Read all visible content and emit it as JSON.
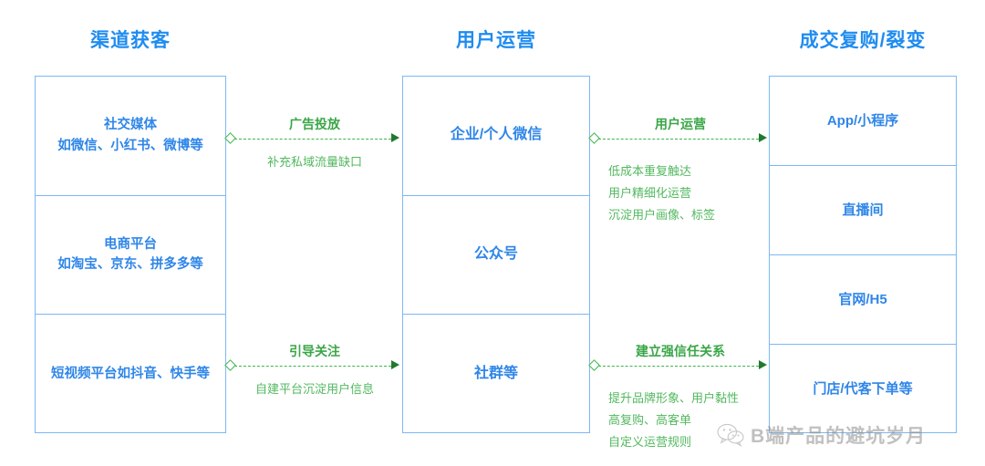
{
  "columns": [
    {
      "header": "渠道获客",
      "cells": [
        {
          "line1": "社交媒体",
          "line2": "如微信、小红书、微博等"
        },
        {
          "line1": "电商平台",
          "line2": "如淘宝、京东、拼多多等"
        },
        {
          "line1": "短视频平台如抖音、快手等",
          "line2": ""
        }
      ]
    },
    {
      "header": "用户运营",
      "cells": [
        {
          "line1": "企业/个人微信",
          "line2": ""
        },
        {
          "line1": "公众号",
          "line2": ""
        },
        {
          "line1": "社群等",
          "line2": ""
        }
      ]
    },
    {
      "header": "成交复购/裂变",
      "cells": [
        {
          "line1": "App/小程序",
          "line2": ""
        },
        {
          "line1": "直播间",
          "line2": ""
        },
        {
          "line1": "官网/H5",
          "line2": ""
        },
        {
          "line1": "门店/代客下单等",
          "line2": ""
        }
      ]
    }
  ],
  "connectors": [
    {
      "title": "广告投放",
      "sub": "补充私域流量缺口"
    },
    {
      "title": "引导关注",
      "sub": "自建平台沉淀用户信息"
    },
    {
      "title": "用户运营",
      "sub": "低成本重复触达\n用户精细化运营\n沉淀用户画像、标签"
    },
    {
      "title": "建立强信任关系",
      "sub": "提升品牌形象、用户黏性\n高复购、高客单\n自定义运营规则"
    }
  ],
  "watermark": {
    "text": "B端产品的避坑岁月",
    "icon": "wechat-icon"
  },
  "colors": {
    "header_blue": "#1f8cf0",
    "box_border": "#7db8f2",
    "cell_text": "#2f86e8",
    "connector_green": "#3aa647",
    "connector_sub_green": "#52b85f",
    "arrow_green": "#1f7a2e",
    "background": "#ffffff"
  }
}
